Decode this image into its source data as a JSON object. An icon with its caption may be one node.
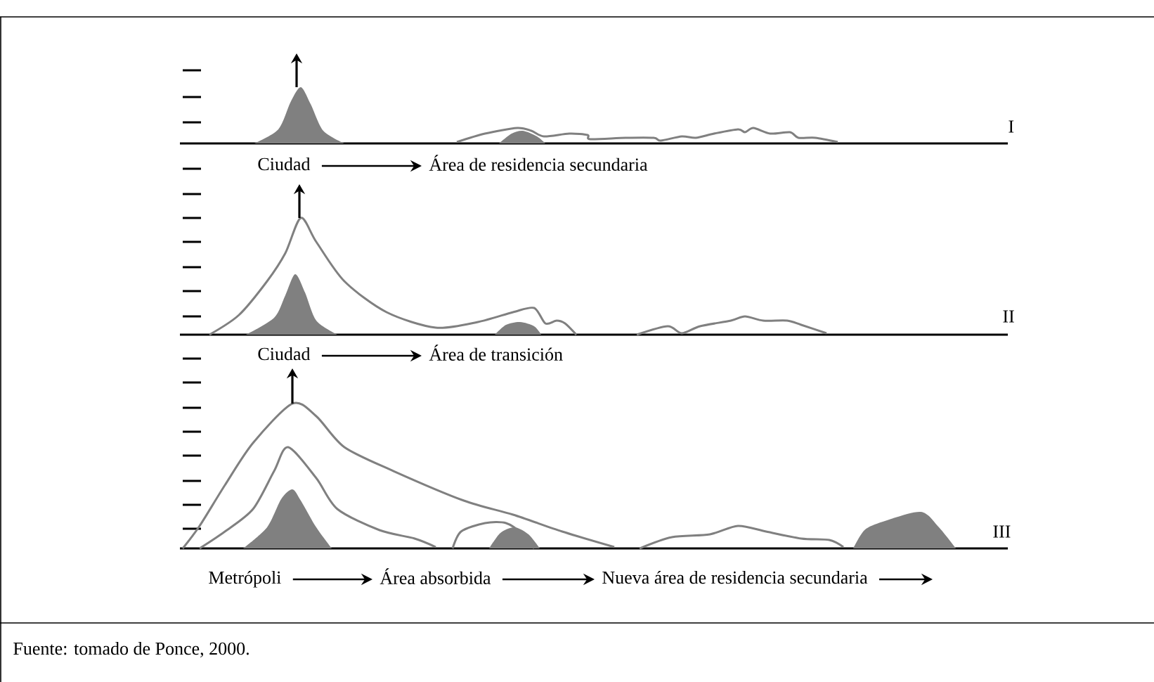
{
  "diagram": {
    "caption": "Fuente: tomado de Ponce, 2000.",
    "nodes": [
      {
        "text": [
          "Ciudad"
        ]
      },
      {
        "text": [
          "Área de residencia secundaria"
        ]
      },
      {
        "text": [
          "Ciudad"
        ]
      },
      {
        "text": [
          "Área de transición"
        ]
      },
      {
        "text": [
          "Metrópoli"
        ]
      },
      {
        "text": [
          "Área absorbida"
        ]
      },
      {
        "text": [
          "Nueva área de residencia secundaria"
        ]
      }
    ],
    "edges": [
      {
        "from": 0,
        "to": 1,
        "arrow": "to"
      },
      {
        "from": 2,
        "to": 3,
        "arrow": "to"
      },
      {
        "from": 4,
        "to": 5,
        "arrow": "to"
      },
      {
        "from": 5,
        "to": 6,
        "arrow": "to"
      },
      {
        "from": 6,
        "to": null,
        "arrow": "to"
      }
    ],
    "labels": [
      "I",
      "II",
      "III"
    ]
  }
}
